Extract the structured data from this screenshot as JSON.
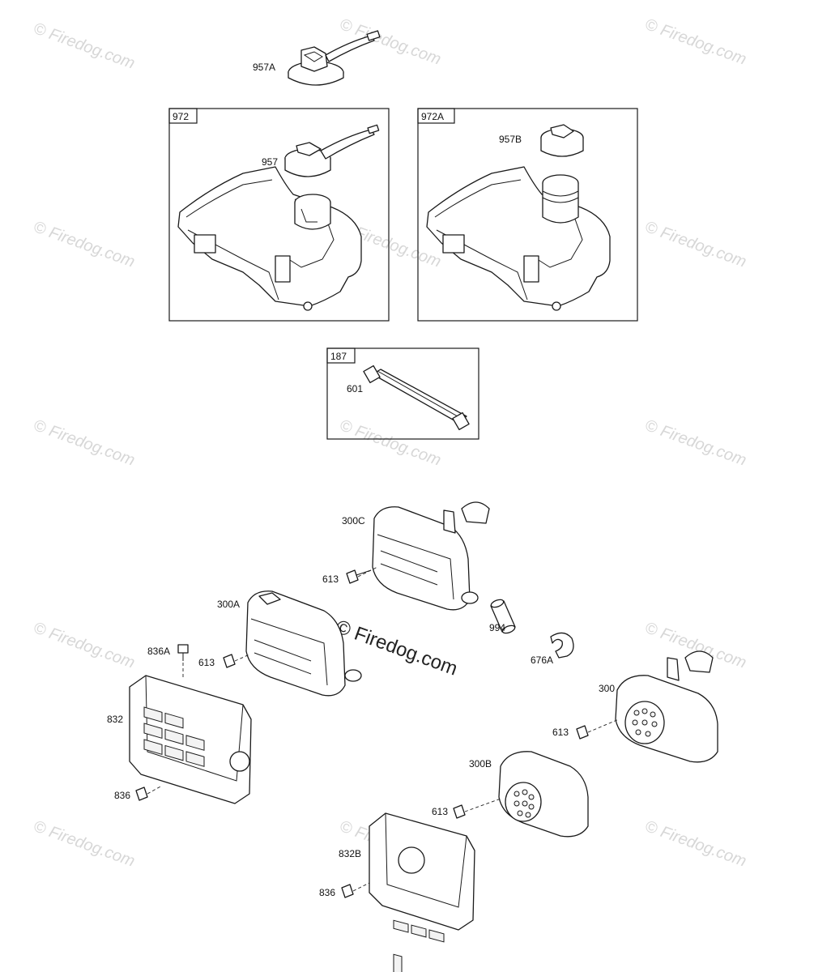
{
  "watermark": {
    "text": "© Firedog.com",
    "color": "#d7d7d7"
  },
  "center_watermark": {
    "text": "© Firedog.com"
  },
  "boxes": {
    "b972": "972",
    "b972A": "972A",
    "b187": "187"
  },
  "labels": {
    "l957A": "957A",
    "l957": "957",
    "l957B": "957B",
    "l601": "601",
    "l300C": "300C",
    "l613a": "613",
    "l300A": "300A",
    "l613b": "613",
    "l994": "994",
    "l676A": "676A",
    "l836A": "836A",
    "l832": "832",
    "l836a": "836",
    "l300": "300",
    "l613c": "613",
    "l300B": "300B",
    "l613d": "613",
    "l832B": "832B",
    "l836b": "836"
  }
}
